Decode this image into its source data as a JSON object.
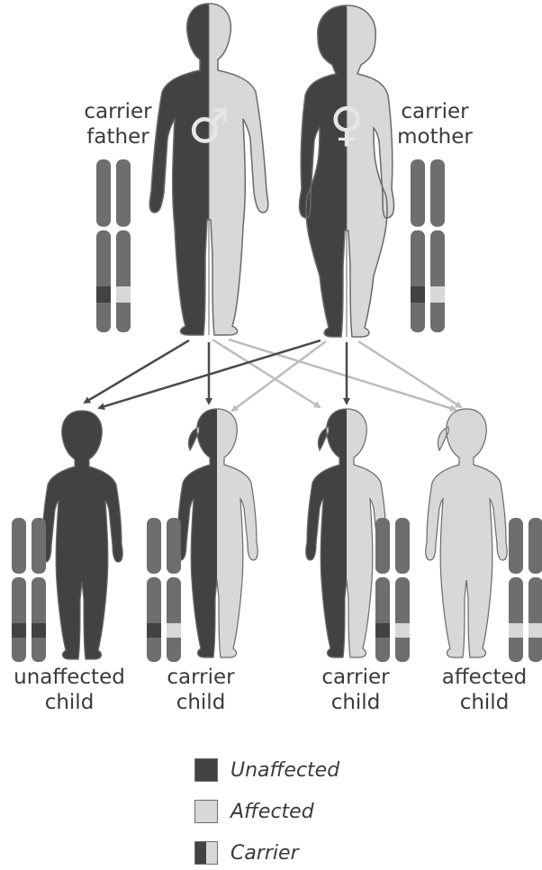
{
  "colors": {
    "unaffected": "#424242",
    "affected": "#d8d8d8",
    "outline": "#6a6a6a",
    "chromosome": "#6e6e6e",
    "arrow_dark": "#4a4a4a",
    "arrow_light": "#bdbdbd",
    "symbol": "#e6e6e6"
  },
  "parents": {
    "father": {
      "line1": "carrier",
      "line2": "father",
      "symbol": "♂"
    },
    "mother": {
      "line1": "carrier",
      "line2": "mother",
      "symbol": "♀"
    }
  },
  "children": [
    {
      "line1": "unaffected",
      "line2": "child",
      "status": "unaffected"
    },
    {
      "line1": "carrier",
      "line2": "child",
      "status": "carrier"
    },
    {
      "line1": "carrier",
      "line2": "child",
      "status": "carrier"
    },
    {
      "line1": "affected",
      "line2": "child",
      "status": "affected"
    }
  ],
  "legend": [
    {
      "label": "Unaffected",
      "type": "unaffected"
    },
    {
      "label": "Affected",
      "type": "affected"
    },
    {
      "label": "Carrier",
      "type": "carrier"
    }
  ]
}
